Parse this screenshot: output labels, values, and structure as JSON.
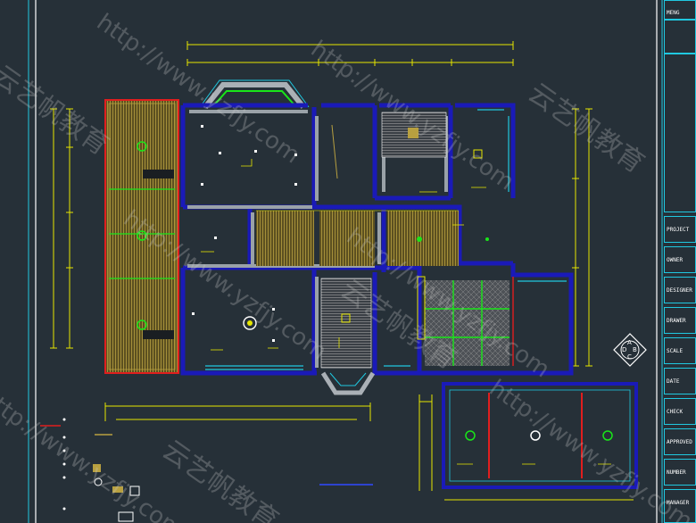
{
  "title_block": {
    "top_label": "MENG",
    "labels": [
      "PROJECT",
      "OWNER",
      "DESIGNER",
      "DRAWER",
      "SCALE",
      "DATE",
      "CHECK",
      "APPROVED",
      "NUMBER",
      "MANAGER"
    ]
  },
  "compass": {
    "letters": [
      "A",
      "B",
      "C",
      "D"
    ]
  },
  "watermarks": [
    "http://www.yzfjy.com",
    "云艺帆教育"
  ],
  "colors": {
    "background": "#263038",
    "wall": "#1a1ab8",
    "wall_light": "#2d43d0",
    "dimension": "#e6e600",
    "border": "#20c8e0",
    "accent_green": "#19e619",
    "accent_red": "#e01e1e",
    "floor_wood": "#7a6a28",
    "hatch": "#8a8a8a"
  }
}
